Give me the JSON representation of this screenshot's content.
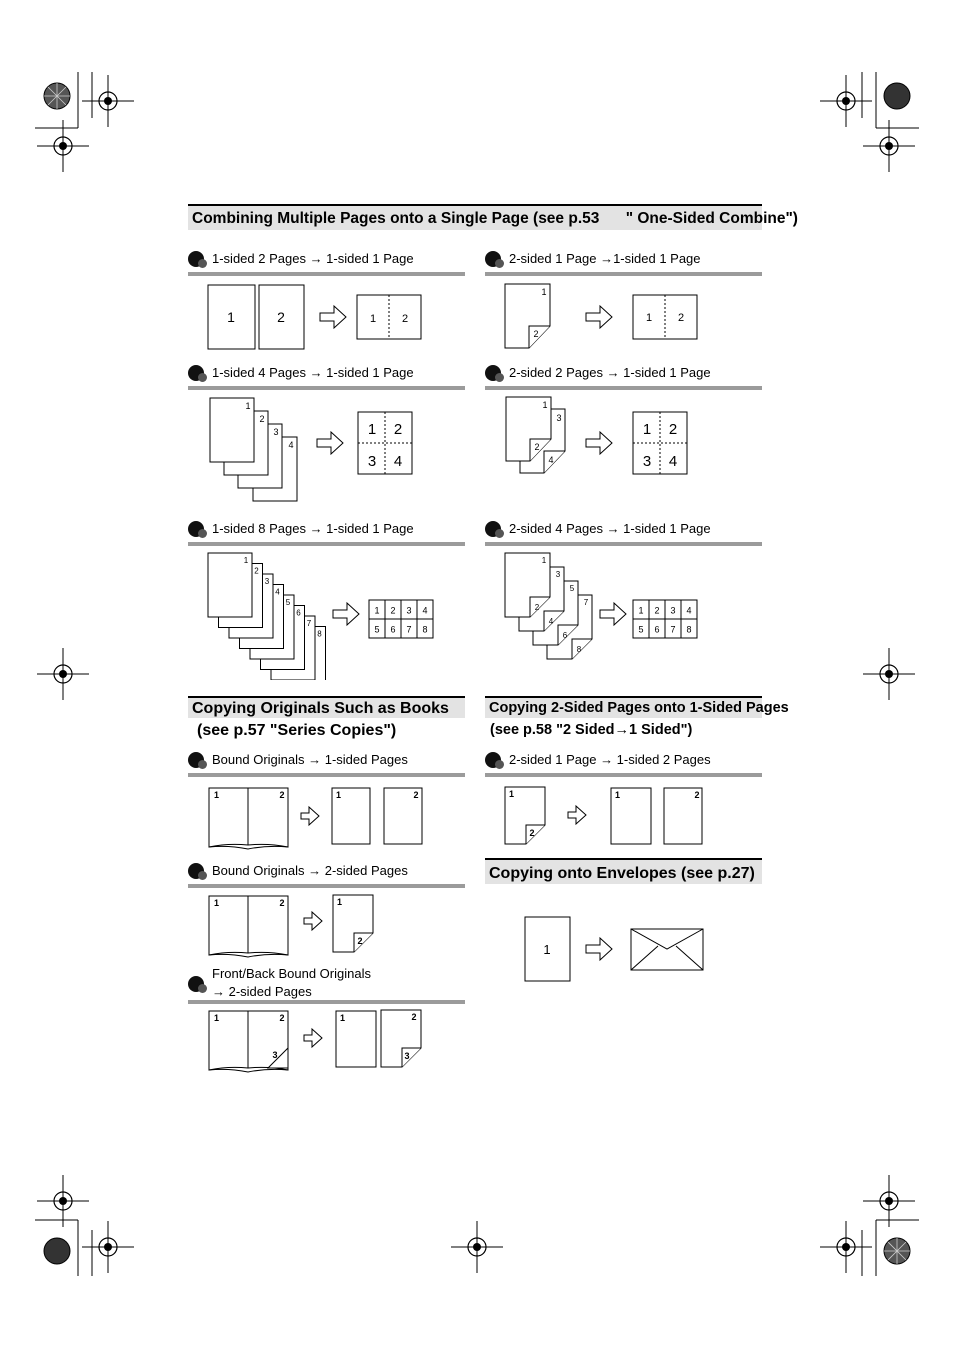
{
  "main_title": "Combining Multiple Pages onto a Single Page (see p.53",
  "main_title_cont": "\" One-Sided Combine\")",
  "combine": {
    "s1": "1-sided 2 Pages → 1-sided 1 Page",
    "s2": "2-sided 1 Page →1-sided 1 Page",
    "s3": "1-sided 4 Pages → 1-sided 1 Page",
    "s4": "2-sided 2 Pages → 1-sided 1 Page",
    "s5": "1-sided 8 Pages → 1-sided 1 Page",
    "s6": "2-sided 4 Pages → 1-sided 1 Page"
  },
  "books": {
    "title_line1": "Copying Originals Such as Books",
    "title_line2": "(see p.57 \"Series Copies\")",
    "s1": "Bound Originals → 1-sided Pages",
    "s2": "Bound Originals → 2-sided Pages",
    "s3_line1": "Front/Back Bound Originals",
    "s3_line2": "→ 2-sided Pages"
  },
  "two_to_one": {
    "title_line1": "Copying 2-Sided Pages onto 1-Sided Pages",
    "title_line2": "(see p.58 \"2 Sided→1 Sided\")",
    "s1": "2-sided 1 Page → 1-sided 2 Pages"
  },
  "envelopes": {
    "title": "Copying onto Envelopes (see p.27)"
  },
  "page_numbers": [
    "1",
    "2",
    "3",
    "4",
    "5",
    "6",
    "7",
    "8"
  ]
}
